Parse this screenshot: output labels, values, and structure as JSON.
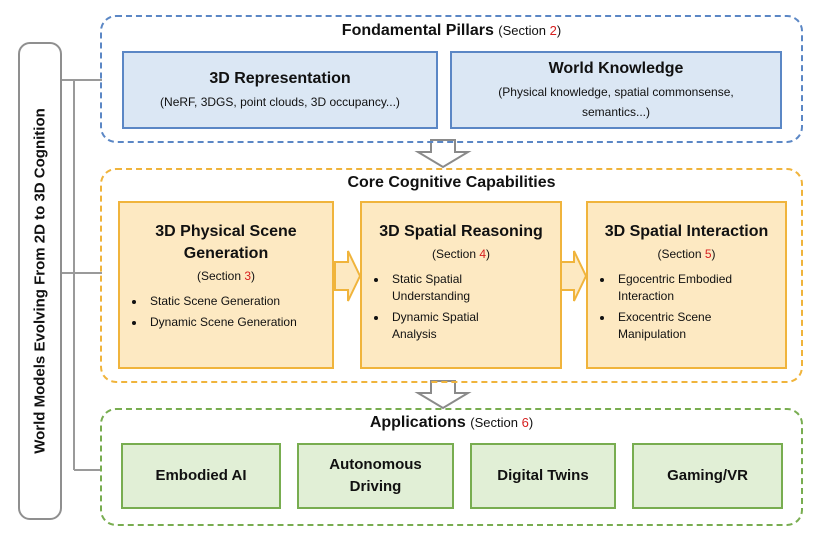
{
  "side_label": "World Models Evolving From 2D to 3D Cognition",
  "pillars": {
    "title": "Fondamental Pillars",
    "section_prefix": "(Section ",
    "section_num": "2",
    "section_suffix": ")",
    "boxes": [
      {
        "title": "3D Representation",
        "subtitle": "(NeRF, 3DGS, point clouds, 3D occupancy...)"
      },
      {
        "title": "World Knowledge",
        "subtitle": "(Physical knowledge, spatial commonsense, semantics...)"
      }
    ]
  },
  "core": {
    "title": "Core Cognitive Capabilities",
    "boxes": [
      {
        "title": "3D Physical Scene Generation",
        "section_prefix": "(Section ",
        "section_num": "3",
        "section_suffix": ")",
        "bullets": [
          "Static Scene Generation",
          "Dynamic Scene Generation"
        ]
      },
      {
        "title": "3D Spatial Reasoning",
        "section_prefix": "(Section ",
        "section_num": "4",
        "section_suffix": ")",
        "bullets": [
          "Static Spatial Understanding",
          "Dynamic Spatial Analysis"
        ]
      },
      {
        "title": "3D Spatial Interaction",
        "section_prefix": "(Section ",
        "section_num": "5",
        "section_suffix": ")",
        "bullets": [
          "Egocentric Embodied Interaction",
          "Exocentric Scene Manipulation"
        ]
      }
    ]
  },
  "applications": {
    "title": "Applications",
    "section_prefix": "(Section ",
    "section_num": "6",
    "section_suffix": ")",
    "items": [
      "Embodied AI",
      "Autonomous Driving",
      "Digital Twins",
      "Gaming/VR"
    ]
  },
  "colors": {
    "blue_border": "#5b87c5",
    "blue_fill": "#dbe7f4",
    "orange_border": "#f0b43c",
    "orange_fill": "#fde9c2",
    "green_border": "#78ad50",
    "green_fill": "#e1efd6",
    "section_ref": "#d61f1f"
  }
}
